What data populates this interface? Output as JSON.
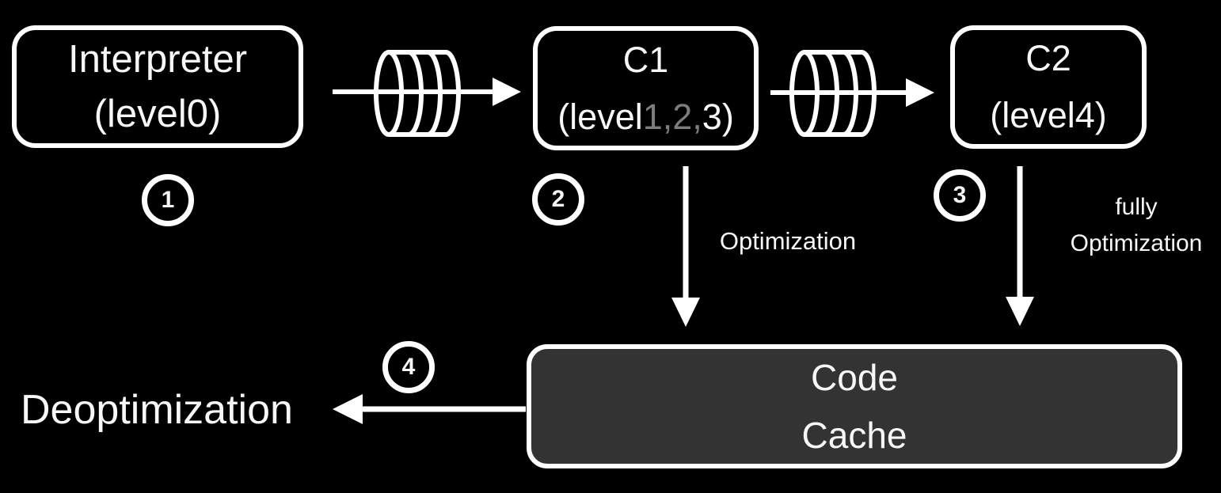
{
  "diagram": {
    "colors": {
      "background": "#000000",
      "stroke": "#ffffff",
      "dim_text": "#7d7d7d",
      "code_cache_fill": "#333333"
    },
    "nodes": {
      "interpreter": {
        "title": "Interpreter",
        "subtitle": "(level0)"
      },
      "c1": {
        "title": "C1",
        "subtitle_prefix": "(level",
        "subtitle_dim": "1,2,",
        "subtitle_suffix": "3)"
      },
      "c2": {
        "title": "C2",
        "subtitle": "(level4)"
      },
      "code_cache": {
        "title": "Code",
        "subtitle": "Cache"
      }
    },
    "badges": {
      "step1": "1",
      "step2": "2",
      "step3": "3",
      "step4": "4"
    },
    "labels": {
      "optimization": "Optimization",
      "fully_line1": "fully",
      "fully_line2": "Optimization",
      "deoptimization": "Deoptimization"
    },
    "icons": {
      "queue1": "compile-queue-icon",
      "queue2": "compile-queue-icon"
    }
  }
}
